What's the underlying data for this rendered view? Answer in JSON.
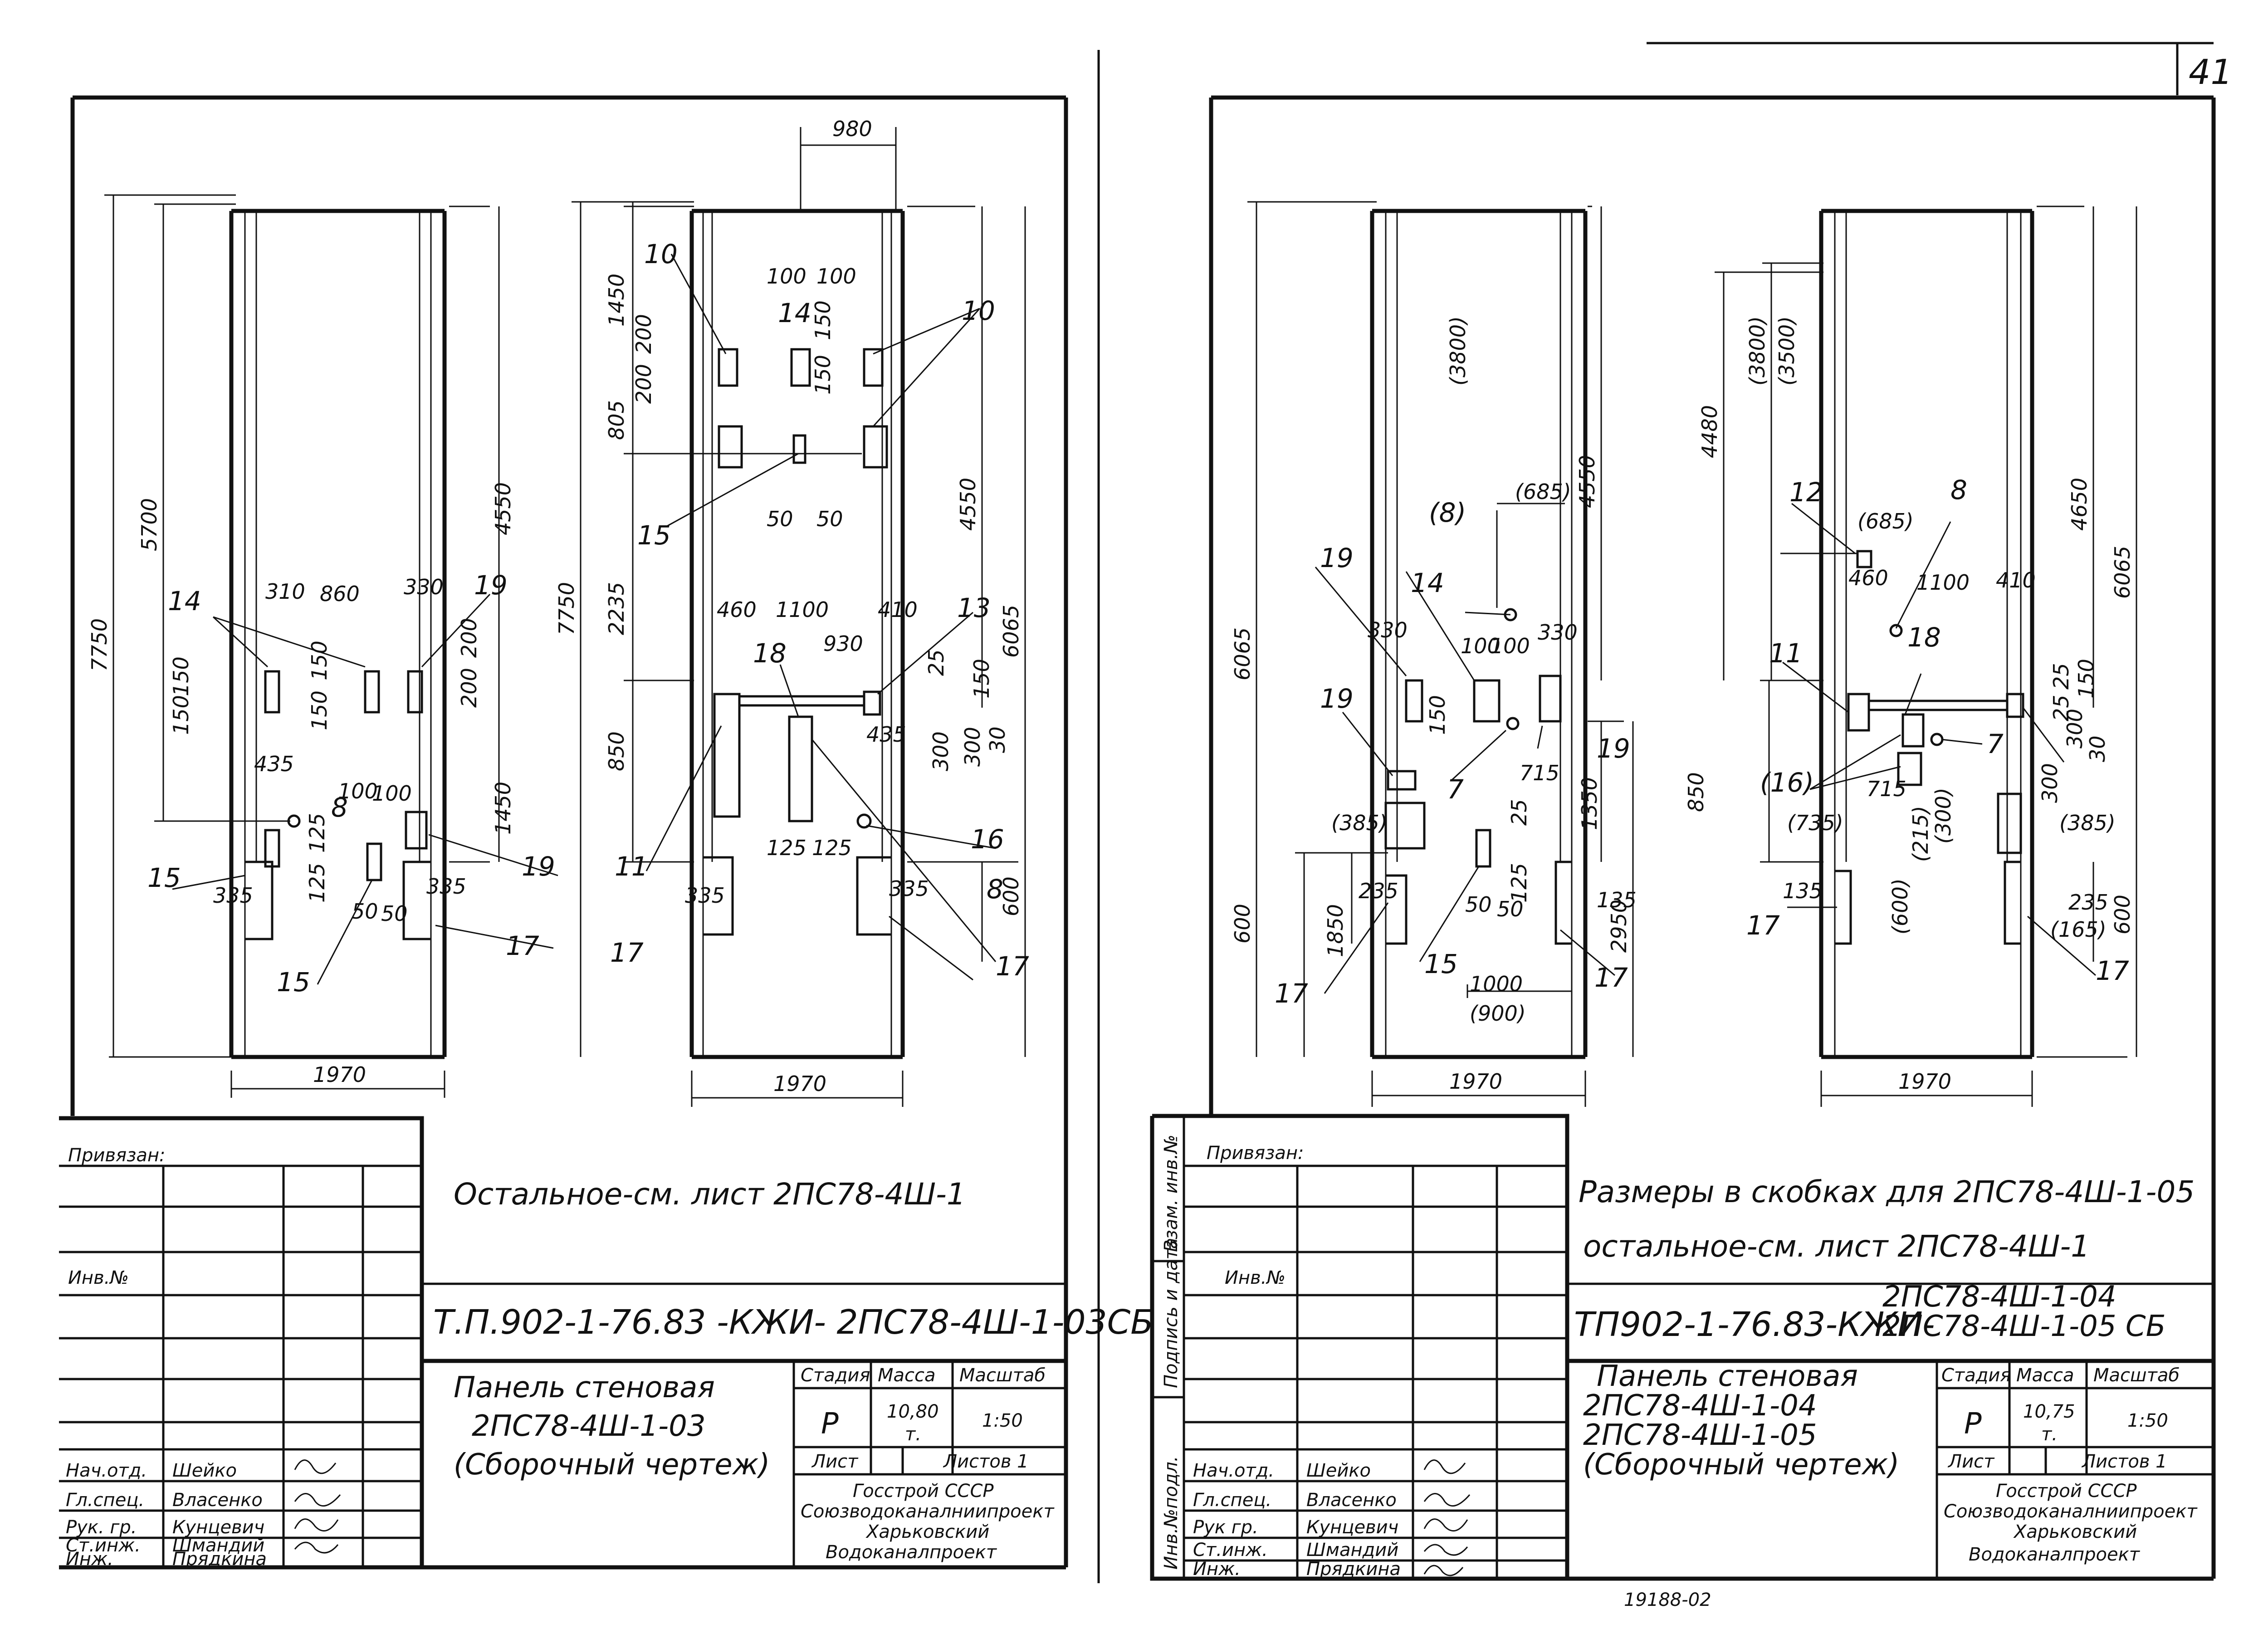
{
  "page_number": "41",
  "left_sheet": {
    "view1": {
      "dims": [
        "7750",
        "5700",
        "4550",
        "1450",
        "310",
        "860",
        "330",
        "150",
        "150",
        "150",
        "150",
        "200",
        "200",
        "435",
        "100",
        "100",
        "125",
        "125",
        "50",
        "50",
        "335",
        "335",
        "1970"
      ],
      "marks": [
        "14",
        "19",
        "8",
        "15",
        "15",
        "17",
        "19"
      ]
    },
    "view2": {
      "dims": [
        "980",
        "100",
        "100",
        "150",
        "150",
        "200",
        "200",
        "1450",
        "805",
        "7750",
        "2235",
        "850",
        "4550",
        "6065",
        "600",
        "50",
        "50",
        "460",
        "1100",
        "410",
        "930",
        "25",
        "150",
        "300",
        "300",
        "30",
        "435",
        "125",
        "125",
        "335",
        "335",
        "1970"
      ],
      "marks": [
        "10",
        "14",
        "10",
        "15",
        "18",
        "13",
        "11",
        "16",
        "8",
        "17",
        "17"
      ]
    },
    "title_block": {
      "bound_label": "Привязан:",
      "inv_label": "Инв.№",
      "note": "Остальное-см. лист 2ПС78-4Ш-1",
      "doc_code": "Т.П.902-1-76.83 -КЖИ- 2ПС78-4Ш-1-03СБ",
      "title_lines": [
        "Панель стеновая",
        "2ПС78-4Ш-1-03",
        "(Сборочный чертеж)"
      ],
      "headers": [
        "Стадия",
        "Масса",
        "Масштаб"
      ],
      "values": [
        "Р",
        "10,80",
        "т.",
        "1:50"
      ],
      "sheet_label": "Лист",
      "sheets_label": "Листов 1",
      "org_lines": [
        "Госстрой СССР",
        "Союзводоканалниипроект",
        "Харьковский",
        "Водоканалпроект"
      ],
      "staff": [
        {
          "role": "Нач.отд.",
          "name": "Шейко"
        },
        {
          "role": "Гл.спец.",
          "name": "Власенко"
        },
        {
          "role": "Рук. гр.",
          "name": "Кунцевич"
        },
        {
          "role": "Ст.инж.",
          "name": "Шмандий"
        },
        {
          "role": "Инж.",
          "name": "Прядкина"
        }
      ]
    }
  },
  "right_sheet": {
    "view3": {
      "dims": [
        "6065",
        "(3800)",
        "4550",
        "(685)",
        "330",
        "100",
        "100",
        "330",
        "150",
        "715",
        "1350",
        "2950",
        "(385)",
        "235",
        "600",
        "1850",
        "125",
        "25",
        "50",
        "50",
        "135",
        "1000",
        "(900)",
        "1970"
      ],
      "marks": [
        "19",
        "(8)",
        "14",
        "19",
        "7",
        "19",
        "17",
        "15",
        "17"
      ]
    },
    "view4": {
      "dims": [
        "4480",
        "(3800)",
        "(3500)",
        "4650",
        "6065",
        "(685)",
        "460",
        "1100",
        "410",
        "850",
        "25",
        "25",
        "150",
        "300",
        "300",
        "30",
        "715",
        "(735)",
        "(600)",
        "(215)",
        "(300)",
        "135",
        "(385)",
        "235",
        "(165)",
        "600",
        "1970"
      ],
      "marks": [
        "12",
        "8",
        "18",
        "11",
        "(16)",
        "7",
        "17",
        "17"
      ]
    },
    "title_block": {
      "side_labels": [
        "Взам. инв.№",
        "Подпись и дата",
        "Инв.№подл."
      ],
      "bound_label": "Привязан:",
      "inv_label": "Инв.№",
      "note1": "Размеры в скобках для 2ПС78-4Ш-1-05",
      "note2": "остальное-см. лист 2ПС78-4Ш-1",
      "doc_code_left": "ТП902-1-76.83-КЖИ-",
      "doc_code_top": "2ПС78-4Ш-1-04",
      "doc_code_bottom": "2ПС78-4Ш-1-05 СБ",
      "title_lines": [
        "Панель стеновая",
        "2ПС78-4Ш-1-04",
        "2ПС78-4Ш-1-05",
        "(Сборочный чертеж)"
      ],
      "headers": [
        "Стадия",
        "Масса",
        "Масштаб"
      ],
      "values": [
        "Р",
        "10,75",
        "т.",
        "1:50"
      ],
      "sheet_label": "Лист",
      "sheets_label": "Листов 1",
      "org_lines": [
        "Госстрой СССР",
        "Союзводоканалниипроект",
        "Харьковский",
        "Водоканалпроект"
      ],
      "staff": [
        {
          "role": "Нач.отд.",
          "name": "Шейко"
        },
        {
          "role": "Гл.спец.",
          "name": "Власенко"
        },
        {
          "role": "Рук гр.",
          "name": "Кунцевич"
        },
        {
          "role": "Ст.инж.",
          "name": "Шмандий"
        },
        {
          "role": "Инж.",
          "name": "Прядкина"
        }
      ],
      "footer_number": "19188-02"
    }
  }
}
